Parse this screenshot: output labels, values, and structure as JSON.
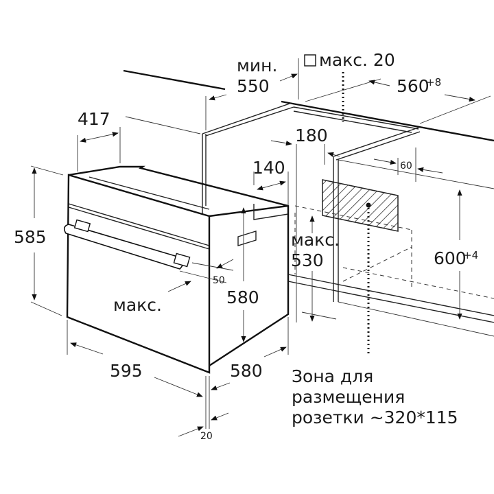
{
  "diagram": {
    "labels": {
      "min_label": "мин.",
      "min_value": "550",
      "max20_label": "макс. 20",
      "width_560": "560",
      "width_560_tol": "+8",
      "depth_417": "417",
      "dim_180": "180",
      "dim_140": "140",
      "dim_60": "60",
      "height_585": "585",
      "max530_label": "макс.",
      "max530_value": "530",
      "height_600": "600",
      "height_600_tol": "+4",
      "dim_50": "50",
      "height_580": "580",
      "handle_max": "макс.",
      "width_595": "595",
      "depth_580": "580",
      "dim_20": "20",
      "socket_line1": "Зона для",
      "socket_line2": "размещения",
      "socket_line3": "розетки ~320*115"
    }
  }
}
